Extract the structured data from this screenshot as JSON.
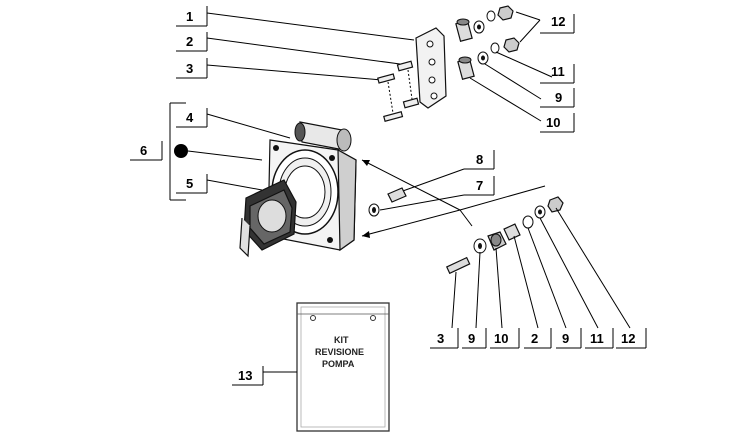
{
  "callouts": {
    "c1": "1",
    "c2": "2",
    "c3": "3",
    "c4": "4",
    "c5": "5",
    "c6": "6",
    "c7": "7",
    "c8": "8",
    "c9": "9",
    "c10": "10",
    "c11": "11",
    "c12": "12",
    "b3": "3",
    "b9": "9",
    "b10": "10",
    "b2": "2",
    "b9b": "9",
    "b11": "11",
    "b12": "12",
    "c13": "13"
  },
  "kit_label": {
    "line1": "KIT",
    "line2": "REVISIONE",
    "line3": "POMPA"
  },
  "colors": {
    "ink": "#000000",
    "part_fill": "#f2f2f2",
    "shade": "#9a9a9a",
    "dark": "#222222"
  }
}
